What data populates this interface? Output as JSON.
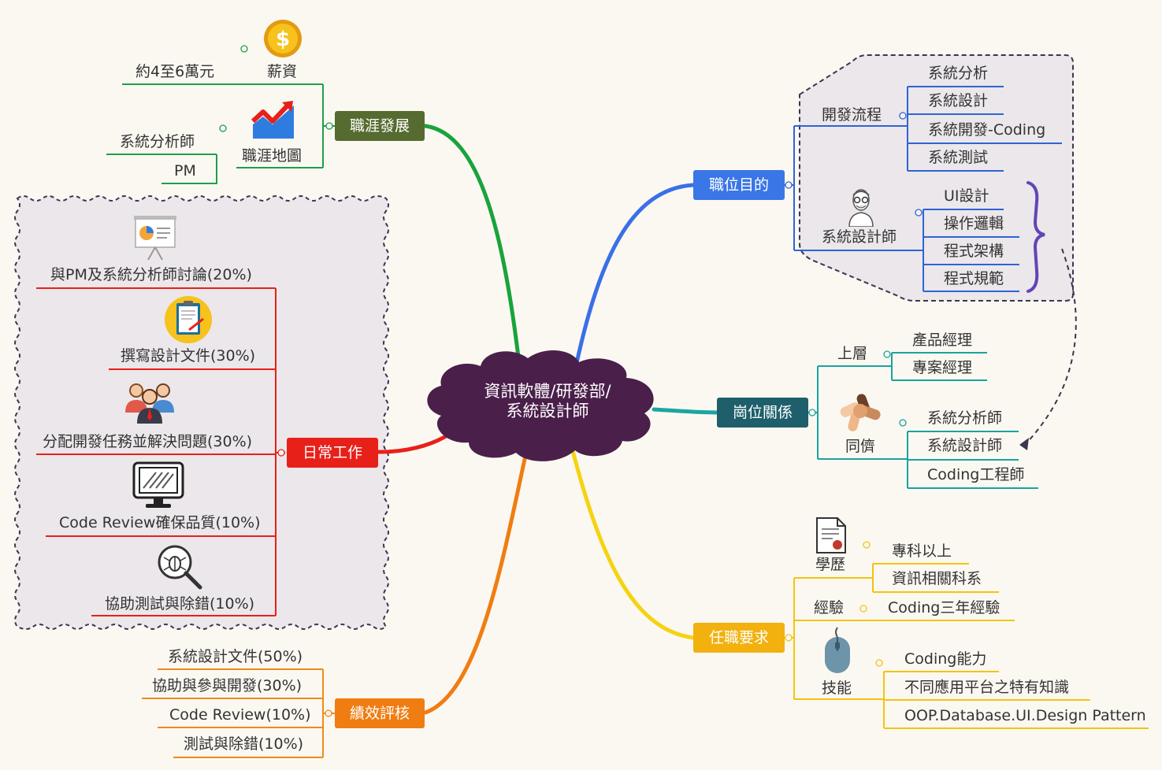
{
  "center": {
    "line1": "資訊軟體/研發部/",
    "line2": "系統設計師"
  },
  "branches": {
    "career": {
      "label": "職涯發展",
      "color": "#556b2f"
    },
    "purpose": {
      "label": "職位目的",
      "color": "#3a76e6"
    },
    "daily": {
      "label": "日常工作",
      "color": "#e8201a"
    },
    "relations": {
      "label": "崗位關係",
      "color": "#1e5f6b"
    },
    "kpi": {
      "label": "績效評核",
      "color": "#f07d12"
    },
    "requirements": {
      "label": "任職要求",
      "color": "#f2b10e"
    }
  },
  "career": {
    "salary": {
      "label": "薪資",
      "value": "約4至6萬元",
      "icon": "dollar-coin-icon"
    },
    "path": {
      "label": "職涯地圖",
      "items": [
        "系統分析師",
        "PM"
      ],
      "icon": "rising-chart-icon"
    }
  },
  "purpose": {
    "process": {
      "label": "開發流程",
      "items": [
        "系統分析",
        "系統設計",
        "系統開發-Coding",
        "系統測試"
      ]
    },
    "designer": {
      "label": "系統設計師",
      "items": [
        "UI設計",
        "操作邏輯",
        "程式架構",
        "程式規範"
      ],
      "icon": "person-glasses-icon"
    }
  },
  "daily": {
    "items": [
      {
        "label": "與PM及系統分析師討論(20%)",
        "icon": "presentation-board-icon"
      },
      {
        "label": "撰寫設計文件(30%)",
        "icon": "clipboard-document-icon"
      },
      {
        "label": "分配開發任務並解決問題(30%)",
        "icon": "team-people-icon"
      },
      {
        "label": "Code Review確保品質(10%)",
        "icon": "monitor-icon"
      },
      {
        "label": "協助測試與除錯(10%)",
        "icon": "bug-magnifier-icon"
      }
    ]
  },
  "relations": {
    "upper": {
      "label": "上層",
      "items": [
        "產品經理",
        "專案經理"
      ]
    },
    "peers": {
      "label": "同儕",
      "items": [
        "系統分析師",
        "系統設計師",
        "Coding工程師"
      ],
      "icon": "joined-hands-icon"
    }
  },
  "kpi": {
    "items": [
      "系統設計文件(50%)",
      "協助與參與開發(30%)",
      "Code Review(10%)",
      "測試與除錯(10%)"
    ]
  },
  "requirements": {
    "education": {
      "label": "學歷",
      "items": [
        "專科以上",
        "資訊相關科系"
      ],
      "icon": "certificate-icon"
    },
    "experience": {
      "label": "經驗",
      "items": [
        "Coding三年經驗"
      ]
    },
    "skills": {
      "label": "技能",
      "items": [
        "Coding能力",
        "不同應用平台之特有知識",
        "OOP.Database.UI.Design Pattern"
      ],
      "icon": "mouse-icon"
    }
  }
}
